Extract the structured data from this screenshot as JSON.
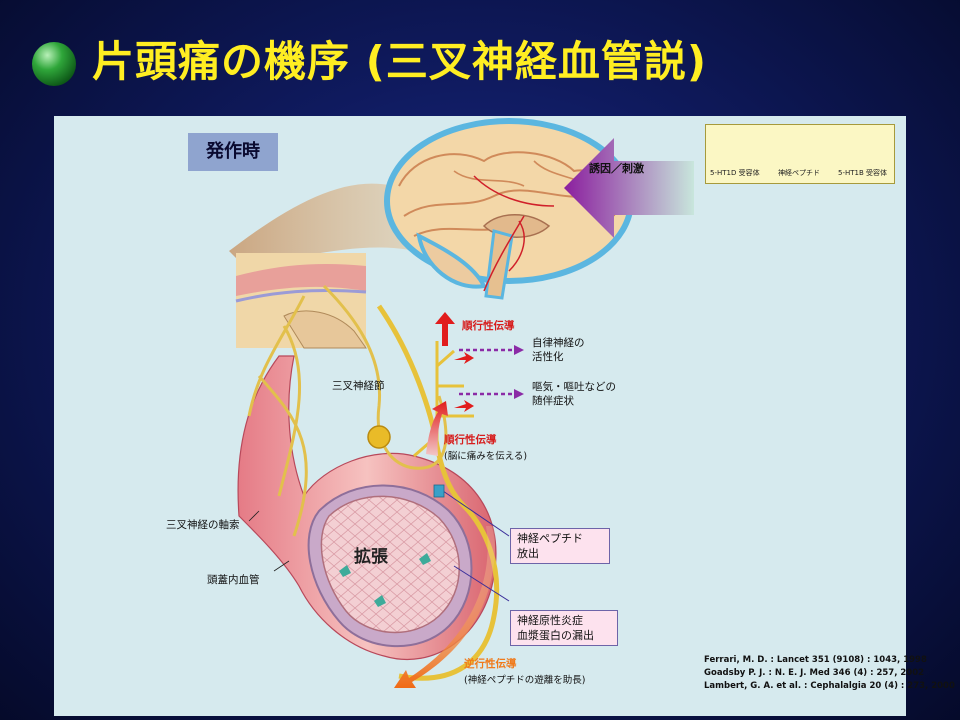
{
  "title": "片頭痛の機序 (三叉神経血管説)",
  "phase_label": "発作時",
  "stimulus_label": "誘因／刺激",
  "legend": {
    "items": [
      {
        "label": "5-HT1D 受容体",
        "icon": "receptor-icon"
      },
      {
        "label": "神経ペプチド",
        "icon": "neuropeptide-icon"
      },
      {
        "label": "5-HT1B 受容体",
        "icon": "receptor-icon"
      }
    ],
    "colors": {
      "receptor_1d": "#3aa0c8",
      "receptor_1b": "#3eab9a",
      "peptide": "#e58bc0"
    }
  },
  "labels": {
    "orthodromic_top": "順行性伝導",
    "autonomic": "自律神経の\n活性化",
    "nausea": "嘔気・嘔吐などの\n随伴症状",
    "trigeminal_ganglion": "三叉神経節",
    "orthodromic_mid": "順行性伝導",
    "orthodromic_mid_sub": "(脳に痛みを伝える)",
    "trigeminal_axon": "三叉神経の軸索",
    "intracranial_vessel": "頭蓋内血管",
    "dilation": "拡張",
    "peptide_release": "神経ペプチド\n放出",
    "inflammation": "神経原性炎症\n血漿蛋白の漏出",
    "antidromic": "逆行性伝導",
    "antidromic_sub": "(神経ペプチドの遊離を助長)"
  },
  "references": [
    "Ferrari, M. D. : Lancet 351 (9108) : 1043, 1998",
    "Goadsby P. J. : N. E. J. Med 346 (4) : 257, 2002",
    "Lambert, G. A. et al. : Cephalalgia 20 (4) : 273, 2000"
  ]
}
